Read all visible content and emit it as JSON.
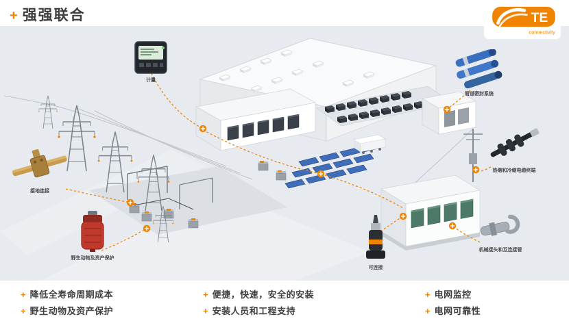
{
  "header": {
    "plus_mark": "+",
    "title": "强强联合",
    "logo": {
      "brand": "TE",
      "tagline": "connectivity"
    }
  },
  "callouts": [
    {
      "id": "metering",
      "label": "计量"
    },
    {
      "id": "grounding-connection",
      "label": "接地连接"
    },
    {
      "id": "wildlife-asset-protection",
      "label": "野生动物及资产保护"
    },
    {
      "id": "duct-sealing-system",
      "label": "管道密封系统"
    },
    {
      "id": "cable-terminations",
      "label": "热缩和冷缩电缆终端"
    },
    {
      "id": "mechanical-connectors",
      "label": "机械接头和互连接管"
    },
    {
      "id": "connectable",
      "label": "可连接"
    }
  ],
  "footer": {
    "bullet": "+",
    "columns": [
      {
        "items": [
          "降低全寿命周期成本",
          "野生动物及资产保护"
        ]
      },
      {
        "items": [
          "便捷，快速，安全的安装",
          "安装人员和工程支持"
        ]
      },
      {
        "items": [
          "电网监控",
          "电网可靠性"
        ]
      }
    ]
  },
  "colors": {
    "accent": "#F08300",
    "text": "#3D3D3D",
    "scene_bg": "#E6E9ED"
  }
}
